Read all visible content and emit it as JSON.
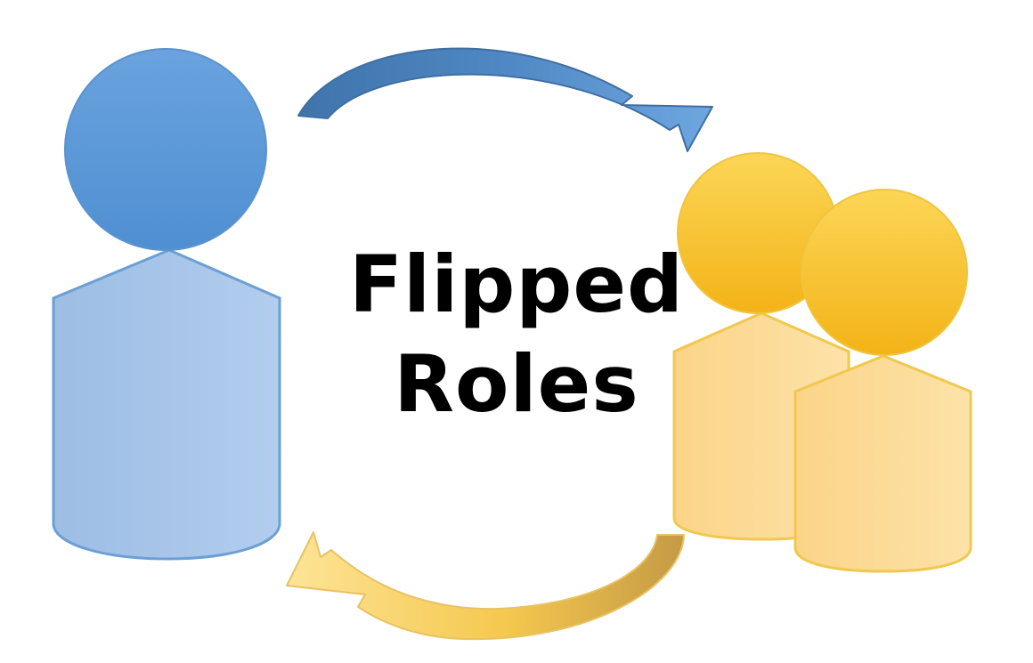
{
  "title": {
    "line1": "Flipped",
    "line2": "Roles"
  },
  "colors": {
    "teacher_head_top": "#6aa3de",
    "teacher_head_bottom": "#4f8fd2",
    "teacher_head_stroke": "#5b93cf",
    "teacher_body_fill": "#a8c6e9",
    "teacher_body_stroke": "#6c9fd3",
    "student_head_top": "#fcd657",
    "student_head_bottom": "#f3b317",
    "student_head_stroke": "#efc43f",
    "student_body_fill": "#fddc95",
    "student_body_stroke": "#f0c84e",
    "arrow_blue_light": "#69a0dc",
    "arrow_blue_dark": "#3f74ab",
    "arrow_yellow_light": "#fce08a",
    "arrow_yellow_dark": "#caa24a",
    "text": "#000000"
  },
  "elements": [
    {
      "name": "teacher-figure",
      "icon": "single-person-icon",
      "color": "blue"
    },
    {
      "name": "students-figure",
      "icon": "group-of-two-people-icon",
      "color": "yellow"
    },
    {
      "name": "top-arrow",
      "icon": "curved-arrow-right-icon",
      "color": "blue"
    },
    {
      "name": "bottom-arrow",
      "icon": "curved-arrow-left-icon",
      "color": "yellow"
    }
  ]
}
